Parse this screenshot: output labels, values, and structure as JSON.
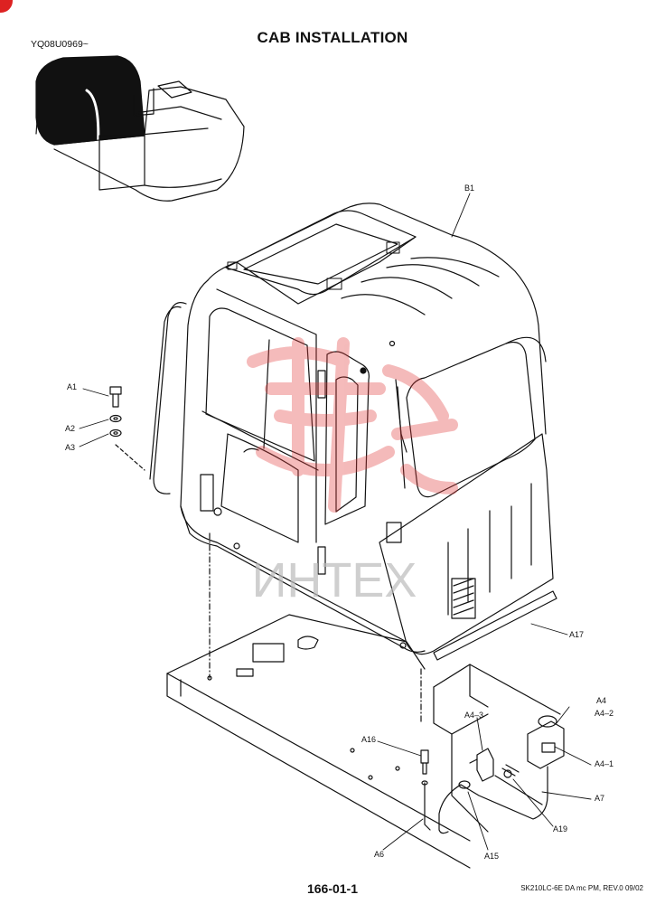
{
  "page": {
    "title": "CAB INSTALLATION",
    "serial_range": "YQ08U0969~",
    "page_number": "166-01-1",
    "footer_note": "SK210LC-6E DA mc PM,  REV.0 09/02",
    "watermark_text": "ИНТЕХ",
    "watermark_color": "#e23b3b",
    "corner_mark_color": "#dd2222"
  },
  "callouts": {
    "b1": "B1",
    "a1": "A1",
    "a2": "A2",
    "a3": "A3",
    "a4": "A4",
    "a4_2": "A4–2",
    "a4_3": "A4–3",
    "a4_1": "A4–1",
    "a7": "A7",
    "a16": "A16",
    "a19": "A19",
    "a6": "A6",
    "a15": "A15",
    "a17": "A17"
  }
}
